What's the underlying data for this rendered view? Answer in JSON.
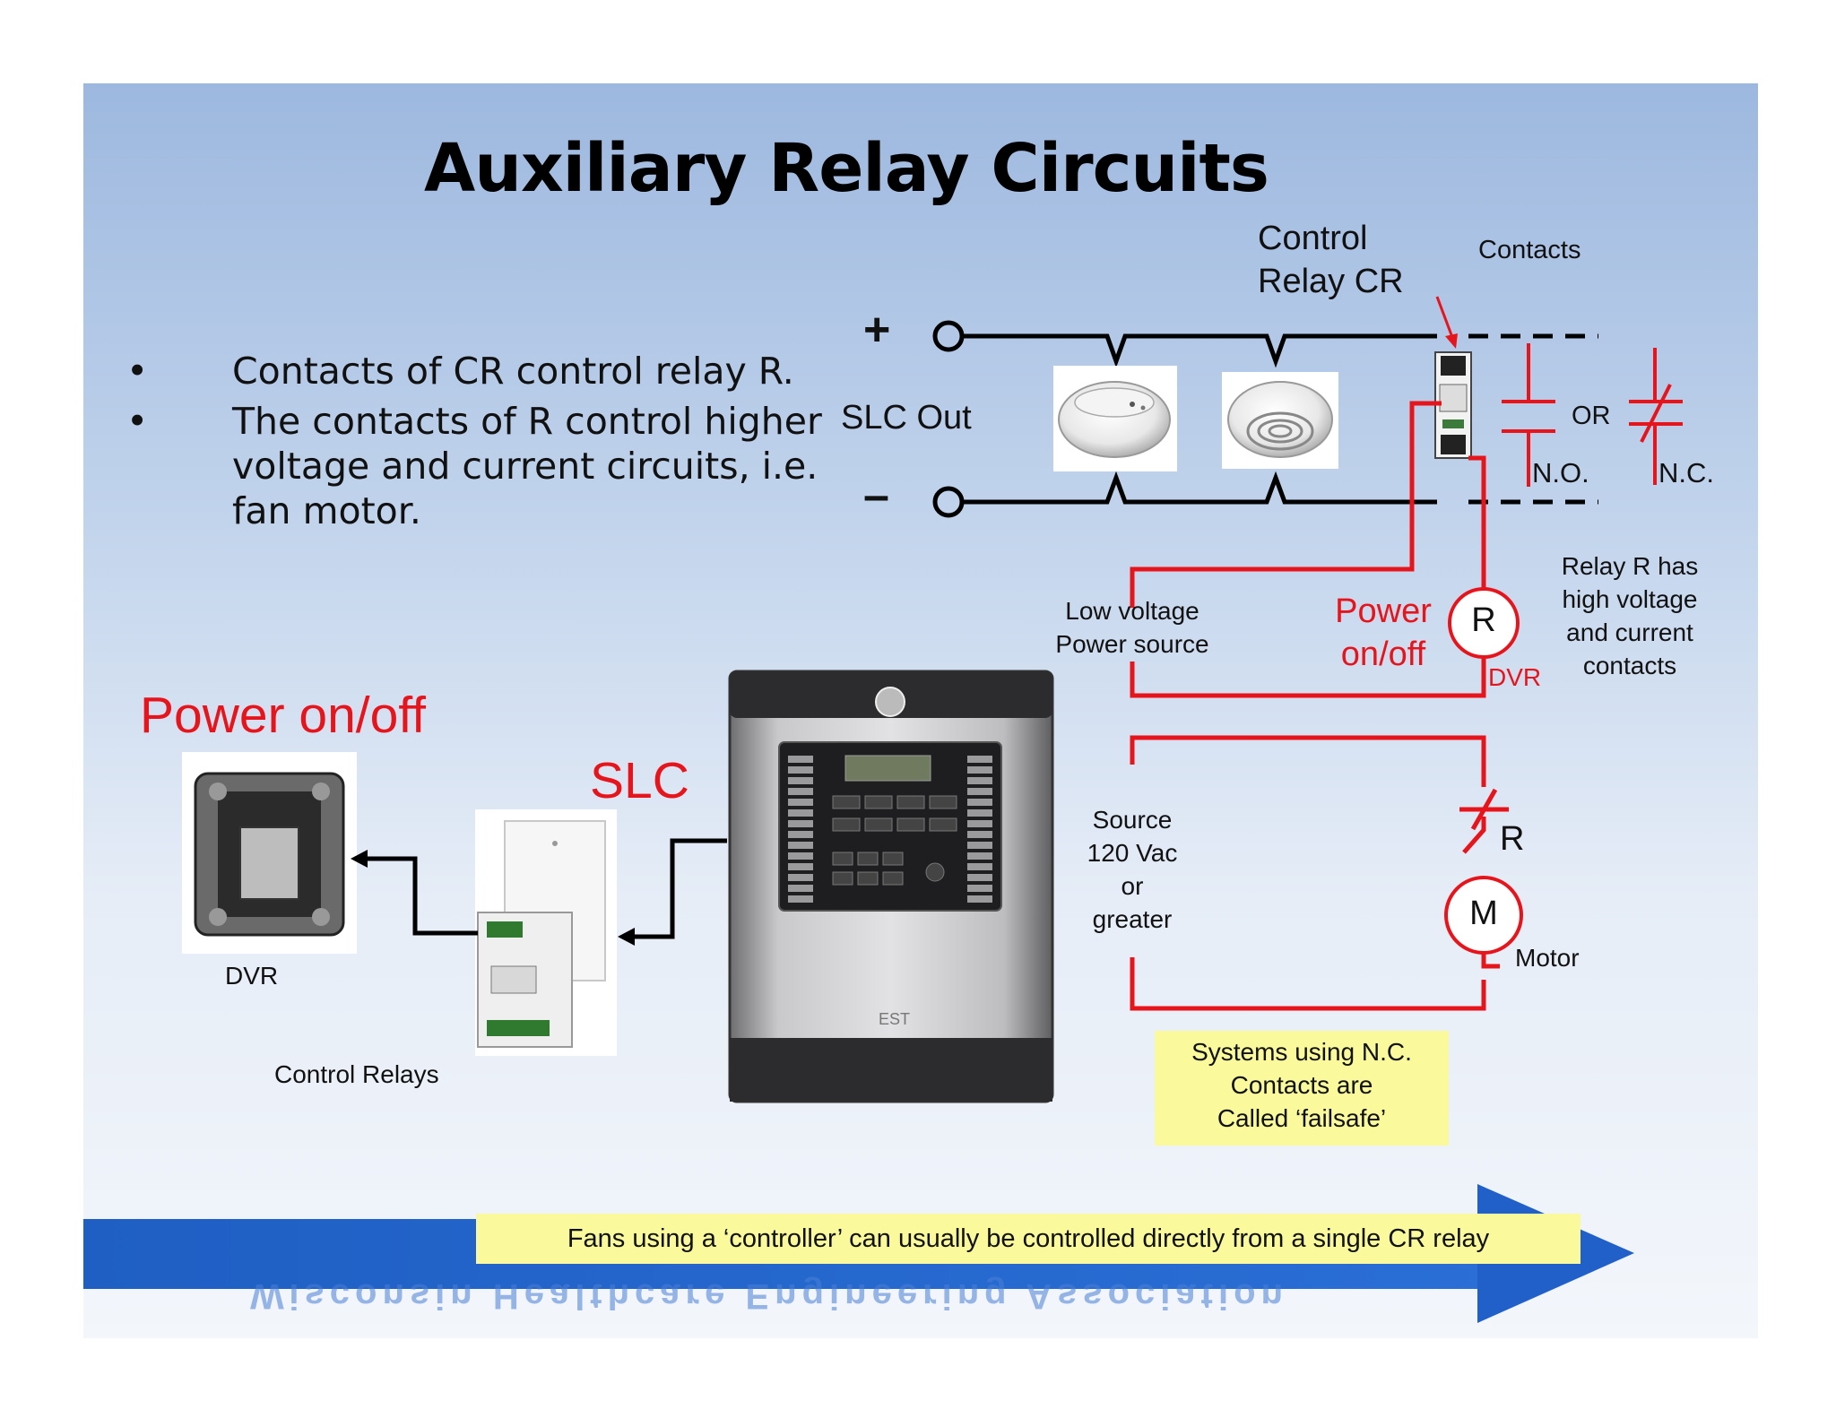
{
  "title": "Auxiliary Relay Circuits",
  "bullets": [
    "Contacts of CR control relay R.",
    "The contacts of R control higher voltage and current circuits, i.e. fan motor."
  ],
  "bullet_symbol": "•",
  "circuit_top": {
    "plus": "+",
    "minus": "–",
    "slc_out": "SLC Out",
    "control_relay_line1": "Control",
    "control_relay_line2": "Relay CR",
    "contacts": "Contacts",
    "or": "OR",
    "no": "N.O.",
    "nc": "N.C."
  },
  "circuit_mid": {
    "low_voltage_line1": "Low voltage",
    "low_voltage_line2": "Power source",
    "power_line1": "Power",
    "power_line2": "on/off",
    "relay_symbol": "R",
    "dvr": "DVR",
    "relay_desc": [
      "Relay R has",
      "high voltage",
      "and current",
      "contacts"
    ]
  },
  "circuit_motor": {
    "source": [
      "Source",
      "120 Vac",
      "or",
      "greater"
    ],
    "contact_label": "R",
    "motor_symbol": "M",
    "motor_label": "Motor"
  },
  "left_panel": {
    "power_onoff": "Power on/off",
    "slc": "SLC",
    "dvr_label": "DVR",
    "control_relays_label": "Control Relays",
    "panel_brand": "EST"
  },
  "note_failsafe": [
    "Systems using N.C.",
    "Contacts are",
    "Called ‘failsafe’"
  ],
  "banner_note": "Fans using a ‘controller’ can usually be controlled directly from a single CR relay",
  "footer_mirrored": "Wisconsin Healthcare Engineering Association",
  "colors": {
    "red": "#e8141b",
    "banner_blue": "#1f5fc4",
    "note_yellow": "#fafa9c"
  }
}
